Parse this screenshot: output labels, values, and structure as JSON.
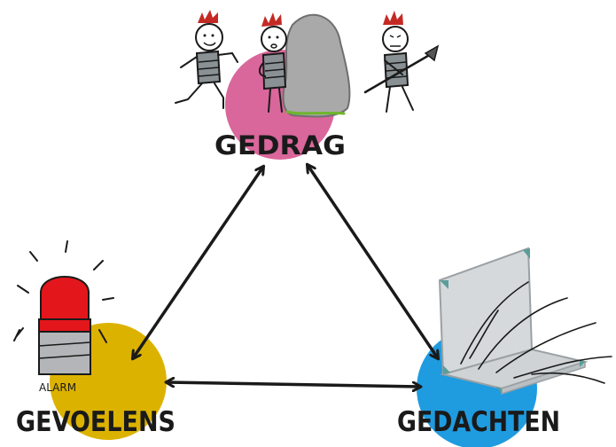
{
  "diagram": {
    "nodes": {
      "top": {
        "label": "GEDRAG",
        "color": "#d9679b"
      },
      "left": {
        "label": "GEVOELENS",
        "color": "#dcb200"
      },
      "right": {
        "label": "GEDACHTEN",
        "color": "#1f9be0"
      }
    },
    "alarm_text": "ALARM",
    "edges": [
      {
        "from": "left",
        "to": "top",
        "arrows": "both"
      },
      {
        "from": "right",
        "to": "top",
        "arrows": "both"
      },
      {
        "from": "left",
        "to": "right",
        "arrows": "both"
      }
    ]
  },
  "colors": {
    "ink": "#1a1a1a",
    "alarm_red": "#e3161b",
    "alarm_gray": "#b3b5b8",
    "rock_gray": "#a9a9aa",
    "caveman_hair": "#c42a24",
    "snake_green": "#6fb62c",
    "suitcase_gray": "#d6d9dc",
    "suitcase_teal": "#5a9e99"
  },
  "icons": [
    "caveman-running-icon",
    "caveman-hiding-icon",
    "rock-icon",
    "caveman-spear-icon",
    "alarm-light-icon",
    "open-suitcase-icon"
  ]
}
